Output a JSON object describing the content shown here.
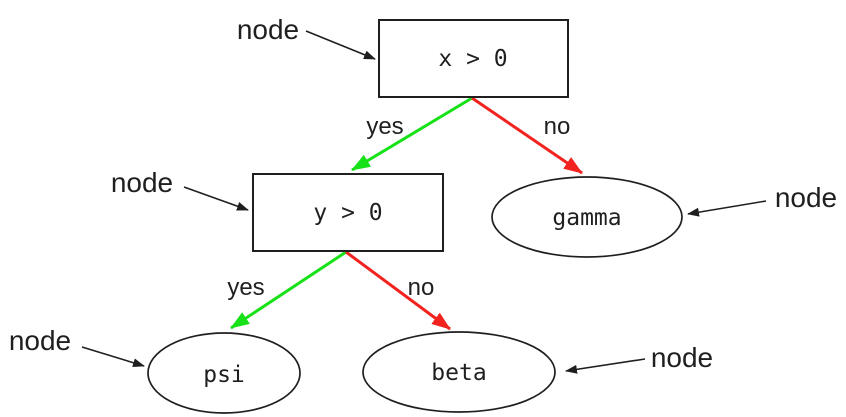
{
  "diagram": {
    "type": "decision-tree",
    "colors": {
      "yes_edge": "#17e117",
      "no_edge": "#f2231e",
      "outline": "#1f1f1f"
    },
    "nodes": {
      "root": {
        "label": "x > 0",
        "shape": "box"
      },
      "child": {
        "label": "y > 0",
        "shape": "box"
      },
      "gamma": {
        "label": "gamma",
        "shape": "ellipse"
      },
      "psi": {
        "label": "psi",
        "shape": "ellipse"
      },
      "beta": {
        "label": "beta",
        "shape": "ellipse"
      }
    },
    "edges": [
      {
        "from": "x > 0",
        "to": "y > 0",
        "label": "yes"
      },
      {
        "from": "x > 0",
        "to": "gamma",
        "label": "no"
      },
      {
        "from": "y > 0",
        "to": "psi",
        "label": "yes"
      },
      {
        "from": "y > 0",
        "to": "beta",
        "label": "no"
      }
    ],
    "annotations": [
      {
        "label": "node",
        "target": "root"
      },
      {
        "label": "node",
        "target": "child"
      },
      {
        "label": "node",
        "target": "gamma"
      },
      {
        "label": "node",
        "target": "psi"
      },
      {
        "label": "node",
        "target": "beta"
      }
    ]
  }
}
